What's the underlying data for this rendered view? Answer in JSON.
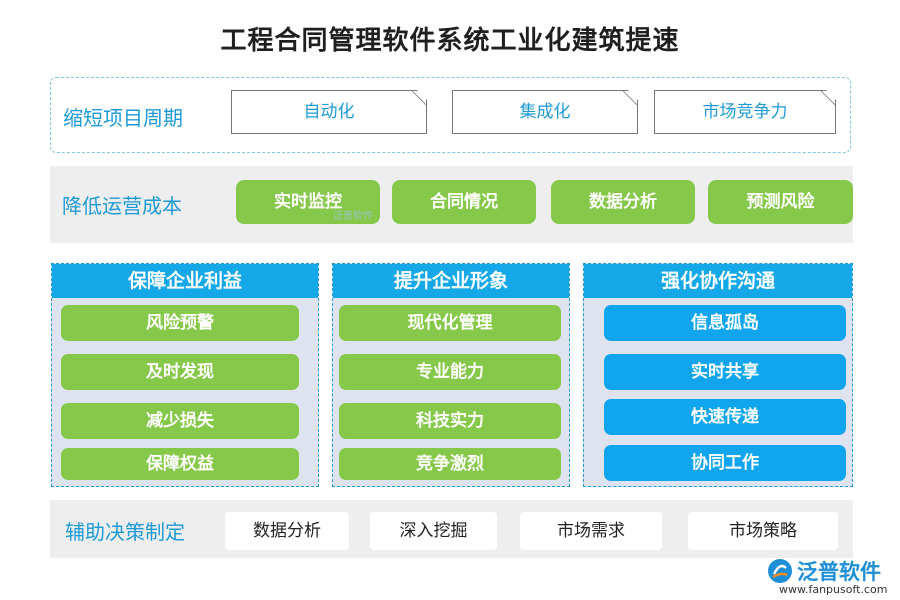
{
  "title": "工程合同管理软件系统工业化建筑提速",
  "row1": {
    "label": "缩短项目周期",
    "items": [
      "自动化",
      "集成化",
      "市场竞争力"
    ]
  },
  "row2": {
    "label": "降低运营成本",
    "items": [
      "实时监控",
      "合同情况",
      "数据分析",
      "预测风险"
    ],
    "watermark": "泛普软件"
  },
  "columns": [
    {
      "header": "保障企业利益",
      "items": [
        "风险预警",
        "及时发现",
        "减少损失",
        "保障权益"
      ],
      "color": "#86c84a"
    },
    {
      "header": "提升企业形象",
      "items": [
        "现代化管理",
        "专业能力",
        "科技实力",
        "竞争激烈"
      ],
      "color": "#86c84a"
    },
    {
      "header": "强化协作沟通",
      "items": [
        "信息孤岛",
        "实时共享",
        "快速传递",
        "协同工作"
      ],
      "color": "#10a5ec"
    }
  ],
  "row4": {
    "label": "辅助决策制定",
    "items": [
      "数据分析",
      "深入挖掘",
      "市场需求",
      "市场策略"
    ]
  },
  "logo": {
    "name": "泛普软件",
    "url": "www.fanpusoft.com",
    "icon": "fanpu-logo-icon"
  },
  "colors": {
    "accent_blue": "#1e9ad6",
    "header_blue": "#14a8e8",
    "green": "#86c84a",
    "panel_gray": "#eeeeee",
    "column_bg": "#dfe3f0"
  }
}
